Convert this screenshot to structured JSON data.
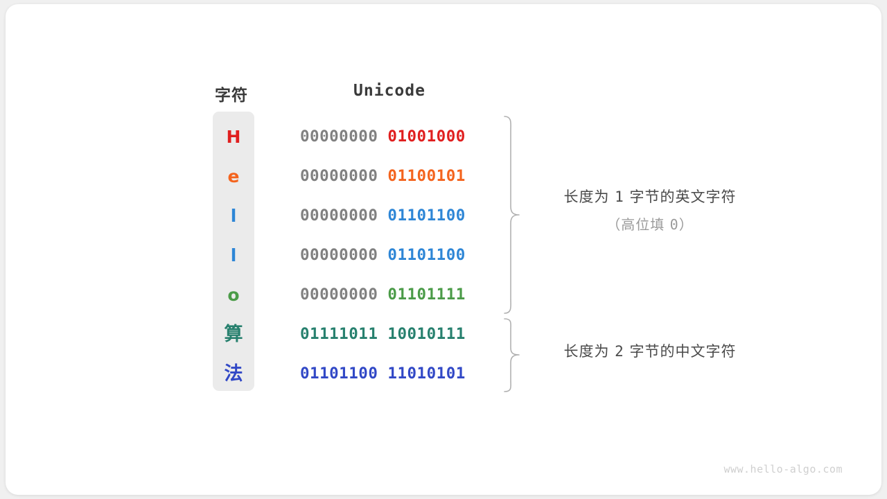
{
  "figure": {
    "title_columns": {
      "character": "字符",
      "unicode": "Unicode"
    },
    "rows": [
      {
        "char": "H",
        "char_color": "#e01f1f",
        "high_byte": "00000000",
        "low_byte": "01001000",
        "low_color": "#e01f1f",
        "cjk": false
      },
      {
        "char": "e",
        "char_color": "#f4641e",
        "high_byte": "00000000",
        "low_byte": "01100101",
        "low_color": "#f4641e",
        "cjk": false
      },
      {
        "char": "l",
        "char_color": "#2e86d6",
        "high_byte": "00000000",
        "low_byte": "01101100",
        "low_color": "#2e86d6",
        "cjk": false
      },
      {
        "char": "l",
        "char_color": "#2e86d6",
        "high_byte": "00000000",
        "low_byte": "01101100",
        "low_color": "#2e86d6",
        "cjk": false
      },
      {
        "char": "o",
        "char_color": "#4b9b48",
        "high_byte": "00000000",
        "low_byte": "01101111",
        "low_color": "#4b9b48",
        "cjk": false
      },
      {
        "char": "算",
        "char_color": "#27806e",
        "high_byte": "01111011",
        "low_byte": "10010111",
        "low_color": "#27806e",
        "high_color": "#27806e",
        "cjk": true
      },
      {
        "char": "法",
        "char_color": "#3148c6",
        "high_byte": "01101100",
        "low_byte": "11010101",
        "low_color": "#3148c6",
        "high_color": "#3148c6",
        "cjk": true
      }
    ],
    "annotations": [
      {
        "line1_pre": "长度为 ",
        "line1_num": "1",
        "line1_post": " 字节的英文字符",
        "line2_pre": "（高位填 ",
        "line2_num": "0",
        "line2_post": "）"
      },
      {
        "line1_pre": "长度为 ",
        "line1_num": "2",
        "line1_post": " 字节的中文字符",
        "line2_pre": "",
        "line2_num": "",
        "line2_post": ""
      }
    ],
    "watermark": "www.hello-algo.com",
    "colors": {
      "background": "#f0f0f0",
      "card": "#ffffff",
      "char_column": "#ebebeb",
      "high_byte_gray": "#808080",
      "brace": "#b0b0b0",
      "note_primary": "#4a4a4a",
      "note_secondary": "#9a9a9a",
      "header_text": "#3a3a3a",
      "watermark": "#cfcfcf"
    }
  }
}
